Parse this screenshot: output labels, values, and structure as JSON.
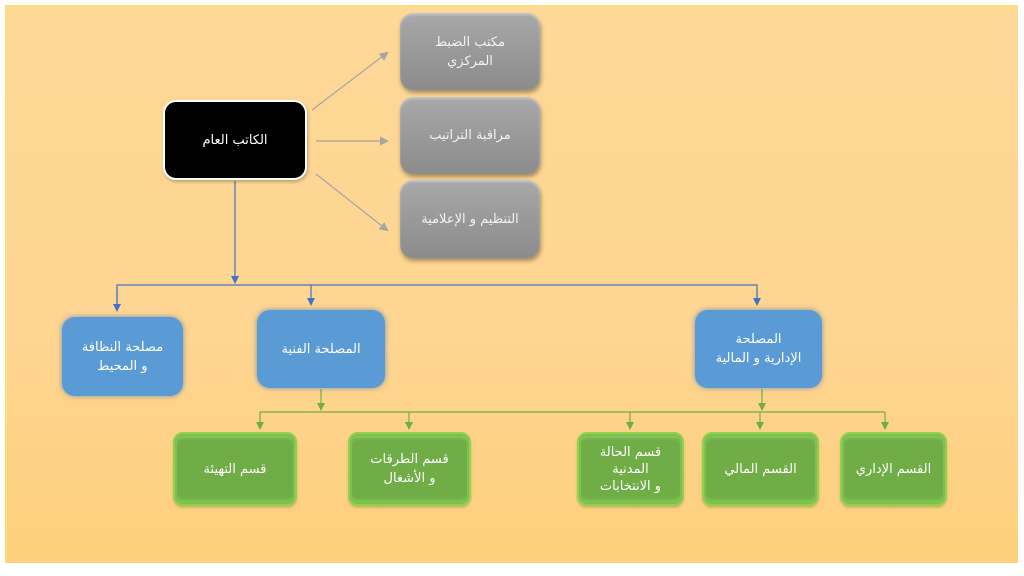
{
  "diagram": {
    "type": "org-chart",
    "colors": {
      "background": "#fed694",
      "root": "#000000",
      "staff": "#999999",
      "department": "#5b9bd5",
      "section": "#70ad47",
      "blue_connector": "#4472c4",
      "green_connector": "#70ad47",
      "gray_connector": "#a5a5a5"
    },
    "root": {
      "label": "الكاتب العام"
    },
    "staff_units": [
      {
        "label": "مكتب الضبط\nالمركزي"
      },
      {
        "label": "مراقبة التراتيب"
      },
      {
        "label": "التنظيم و الإعلامية"
      }
    ],
    "departments": [
      {
        "label": "مصلحة النظافة\nو المحيط"
      },
      {
        "label": "المصلحة الفنية"
      },
      {
        "label": "المصلحة\nالإدارية و المالية"
      }
    ],
    "sections": [
      {
        "label": "قسم التهيئة",
        "parent": "المصلحة الفنية"
      },
      {
        "label": "قسم الطرقات\nو الأشغال",
        "parent": "المصلحة الفنية"
      },
      {
        "label": "قسم الحالة\nالمدنية\nو الانتخابات",
        "parent": "المصلحة الإدارية و المالية"
      },
      {
        "label": "القسم المالي",
        "parent": "المصلحة الإدارية و المالية"
      },
      {
        "label": "القسم الإداري",
        "parent": "المصلحة الإدارية و المالية"
      }
    ]
  }
}
